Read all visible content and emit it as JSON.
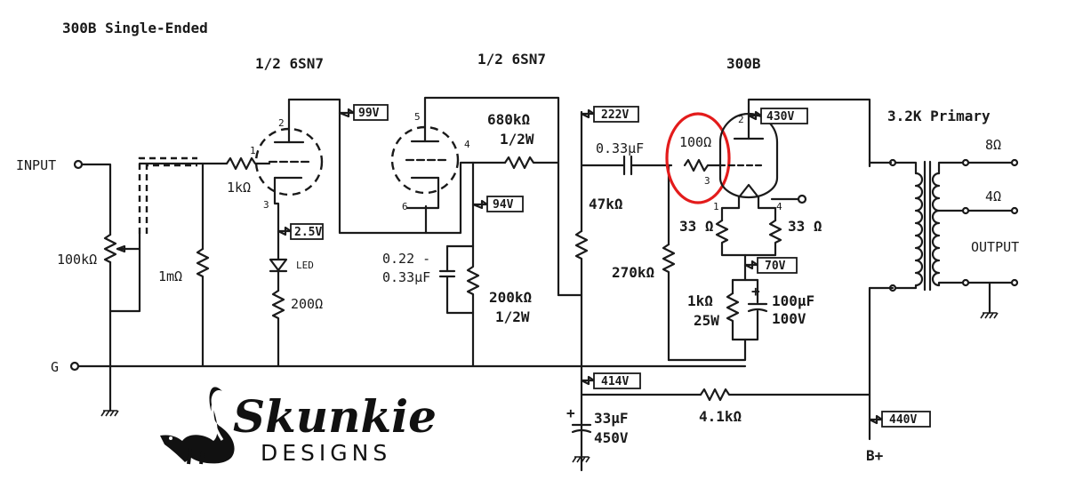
{
  "title": "300B Single-Ended",
  "tubes": {
    "v1": "1/2 6SN7",
    "v2": "1/2 6SN7",
    "v3": "300B"
  },
  "pins": {
    "v1_plate": "2",
    "v1_grid": "1",
    "v1_cathode": "3",
    "v2_plate": "5",
    "v2_grid": "4",
    "v2_cathode": "6",
    "v3_plate": "2",
    "v3_grid": "3",
    "v3_fil_left": "1",
    "v3_fil_right": "4"
  },
  "terminals": {
    "input": "INPUT",
    "ground": "G",
    "bplus": "B+",
    "output": "OUTPUT",
    "tap8": "8Ω",
    "tap4": "4Ω"
  },
  "transformer": "3.2K Primary",
  "components": {
    "volume_pot": "100kΩ",
    "grid_stopper": "1kΩ",
    "grid_leak": "1mΩ",
    "led": "LED",
    "cathode_res": "200Ω",
    "plate_load": "680kΩ",
    "plate_load_watt": "1/2W",
    "stage2_cap_a": "0.22 -",
    "stage2_cap_b": "0.33μF",
    "stage2_res": "200kΩ",
    "stage2_res_watt": "1/2W",
    "dropping_res": "47kΩ",
    "coupling_cap": "0.33μF",
    "grid_res_300b": "100Ω",
    "grid_leak_300b": "270kΩ",
    "hum_res_left": "33 Ω",
    "hum_res_right": "33 Ω",
    "cathode_res_300b": "1kΩ",
    "cathode_res_300b_watt": "25W",
    "cathode_cap": "100μF",
    "cathode_cap_volt": "100V",
    "supply_cap": "33μF",
    "supply_cap_volt": "450V",
    "supply_res": "4.1kΩ",
    "polarity": "+"
  },
  "voltages": {
    "v1_plate": "99V",
    "v1_cathode": "2.5V",
    "v2_supply": "222V",
    "v2_cathode": "94V",
    "v3_plate": "430V",
    "v3_cathode": "70V",
    "node_supply": "414V",
    "bplus": "440V"
  },
  "highlight": {
    "color": "#e31b1b",
    "target": "100Ω"
  },
  "logo": {
    "main": "Skunkie",
    "sub": "DESIGNS"
  }
}
